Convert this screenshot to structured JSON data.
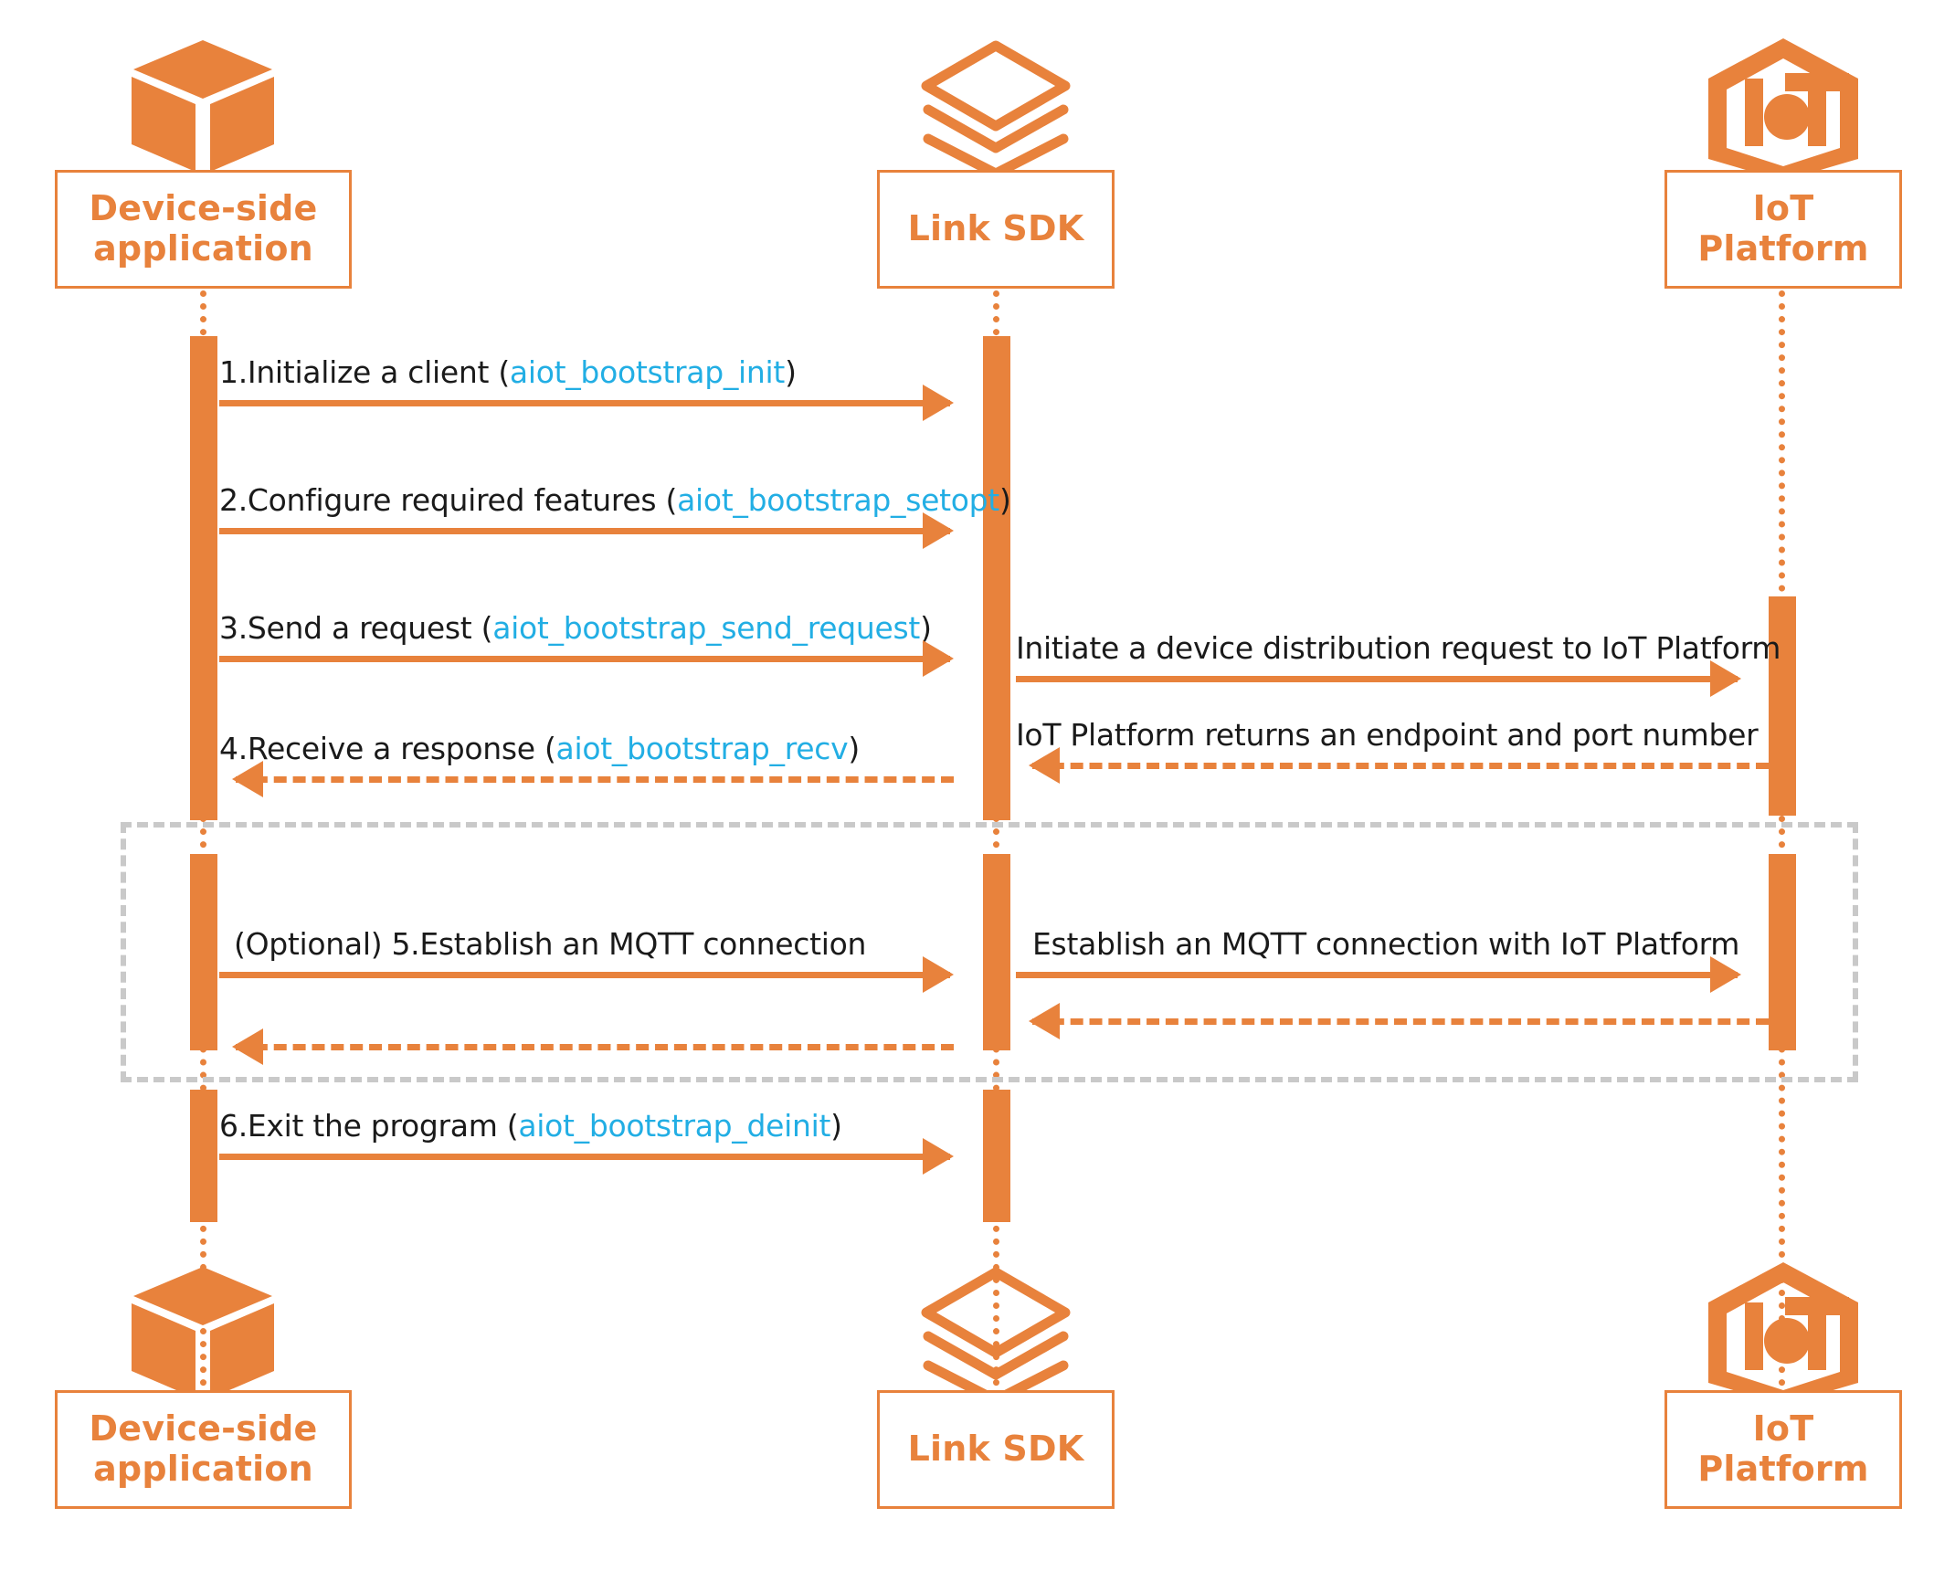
{
  "diagram": {
    "type": "sequence-diagram",
    "title": "Link SDK bootstrap sequence",
    "colors": {
      "accent_orange": "#E8823C",
      "api_cyan": "#22AEE4",
      "text_black": "#1a1a1a",
      "optional_box_gray": "#C9C9C9",
      "background": "#FFFFFF"
    }
  },
  "participants": [
    {
      "id": "device",
      "label": "Device-side\napplication",
      "icon": "cube-icon"
    },
    {
      "id": "sdk",
      "label": "Link SDK",
      "icon": "layers-icon"
    },
    {
      "id": "platform",
      "label": "IoT\nPlatform",
      "icon": "iot-hexagon-icon"
    }
  ],
  "messages": [
    {
      "index": "1",
      "from": "device",
      "to": "sdk",
      "style": "solid",
      "direction": "right",
      "text_prefix": "1.Initialize a client (",
      "api": "aiot_bootstrap_init",
      "text_suffix": ")"
    },
    {
      "index": "2",
      "from": "device",
      "to": "sdk",
      "style": "solid",
      "direction": "right",
      "text_prefix": "2.Configure required features (",
      "api": "aiot_bootstrap_setopt",
      "text_suffix": ")"
    },
    {
      "index": "3",
      "from": "device",
      "to": "sdk",
      "style": "solid",
      "direction": "right",
      "text_prefix": "3.Send a request (",
      "api": "aiot_bootstrap_send_request",
      "text_suffix": ")"
    },
    {
      "index": "r1",
      "from": "sdk",
      "to": "platform",
      "style": "solid",
      "direction": "right",
      "text_prefix": "Initiate a device distribution request to IoT Platform",
      "api": "",
      "text_suffix": ""
    },
    {
      "index": "r2",
      "from": "platform",
      "to": "sdk",
      "style": "dashed",
      "direction": "left",
      "text_prefix": "IoT Platform returns an endpoint and port number",
      "api": "",
      "text_suffix": ""
    },
    {
      "index": "4",
      "from": "sdk",
      "to": "device",
      "style": "dashed",
      "direction": "left",
      "text_prefix": "4.Receive a response (",
      "api": "aiot_bootstrap_recv",
      "text_suffix": ")"
    },
    {
      "index": "5",
      "from": "device",
      "to": "sdk",
      "style": "solid",
      "direction": "right",
      "text_prefix": "(Optional) 5.Establish an MQTT connection",
      "api": "",
      "text_suffix": ""
    },
    {
      "index": "5r",
      "from": "sdk",
      "to": "platform",
      "style": "solid",
      "direction": "right",
      "text_prefix": "Establish an MQTT connection with IoT Platform",
      "api": "",
      "text_suffix": ""
    },
    {
      "index": "5rb",
      "from": "platform",
      "to": "sdk",
      "style": "dashed",
      "direction": "left",
      "text_prefix": "",
      "api": "",
      "text_suffix": ""
    },
    {
      "index": "5b",
      "from": "sdk",
      "to": "device",
      "style": "dashed",
      "direction": "left",
      "text_prefix": "",
      "api": "",
      "text_suffix": ""
    },
    {
      "index": "6",
      "from": "device",
      "to": "sdk",
      "style": "solid",
      "direction": "right",
      "text_prefix": "6.Exit the program (",
      "api": "aiot_bootstrap_deinit",
      "text_suffix": ")"
    }
  ],
  "fragment": {
    "kind": "optional",
    "label": ""
  }
}
